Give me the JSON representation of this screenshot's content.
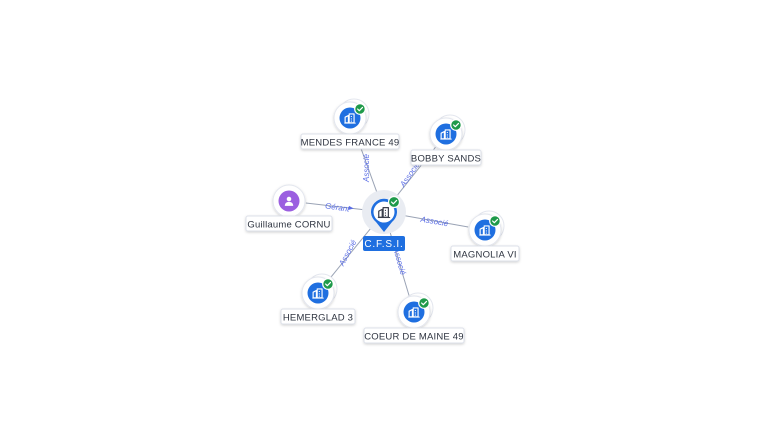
{
  "colors": {
    "company_blue": "#1f6fe0",
    "person_purple": "#9b5fe0",
    "check_green": "#1e9a4a",
    "edge_label": "#5b6ee6",
    "edge_line": "#9aa3b5"
  },
  "center": {
    "label": "C.F.S.I.",
    "icon": "building-icon",
    "verified": true
  },
  "nodes": [
    {
      "id": "mendes",
      "label": "MENDES FRANCE 49",
      "kind": "company",
      "icon": "building-icon",
      "verified": true,
      "relation": "Associé"
    },
    {
      "id": "bobby",
      "label": "BOBBY SANDS",
      "kind": "company",
      "icon": "building-icon",
      "verified": true,
      "relation": "Associé"
    },
    {
      "id": "guillaume",
      "label": "Guillaume CORNU",
      "kind": "person",
      "icon": "person-icon",
      "verified": false,
      "relation": "Gérant"
    },
    {
      "id": "magnolia",
      "label": "MAGNOLIA VI",
      "kind": "company",
      "icon": "building-icon",
      "verified": true,
      "relation": "Associé"
    },
    {
      "id": "hemerglad",
      "label": "HEMERGLAD 3",
      "kind": "company",
      "icon": "building-icon",
      "verified": true,
      "relation": "Associé"
    },
    {
      "id": "coeur",
      "label": "COEUR DE MAINE 49",
      "kind": "company",
      "icon": "building-icon",
      "verified": true,
      "relation": "Associé"
    }
  ]
}
